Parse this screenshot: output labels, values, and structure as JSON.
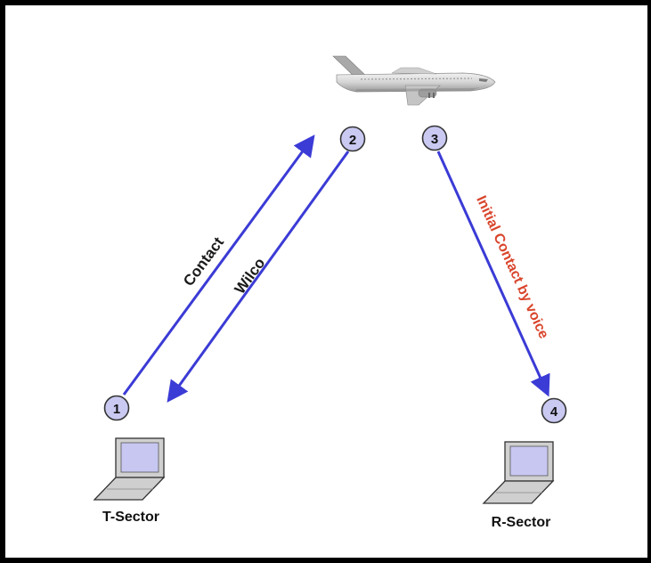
{
  "colors": {
    "frame": "#000000",
    "arrow": "#3b3bd6",
    "node_fill": "#c9c9f2",
    "node_stroke": "#333333",
    "label_dark": "#1a1a1a",
    "label_red": "#d9452c"
  },
  "nodes": [
    {
      "id": "1",
      "label": "1"
    },
    {
      "id": "2",
      "label": "2"
    },
    {
      "id": "3",
      "label": "3"
    },
    {
      "id": "4",
      "label": "4"
    }
  ],
  "edges": [
    {
      "id": "contact",
      "from": "1",
      "to": "2",
      "label": "Contact"
    },
    {
      "id": "wilco",
      "from": "2",
      "to": "1",
      "label": "Wilco"
    },
    {
      "id": "initial-contact",
      "from": "3",
      "to": "4",
      "label": "Initial Contact by voice"
    }
  ],
  "sectors": {
    "t_sector": {
      "label": "T-Sector",
      "icon": "laptop-icon"
    },
    "r_sector": {
      "label": "R-Sector",
      "icon": "laptop-icon"
    }
  },
  "aircraft": {
    "icon": "airplane-icon"
  }
}
